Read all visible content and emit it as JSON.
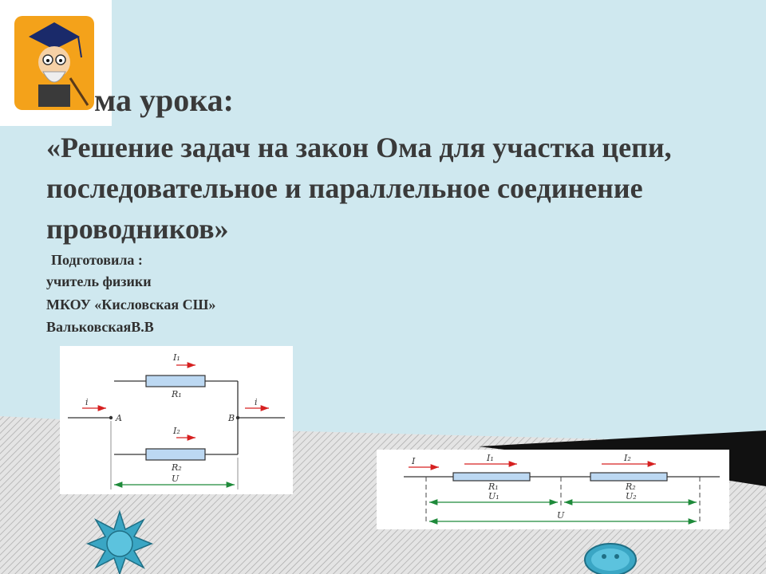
{
  "slide": {
    "title_fragment": "ма урока:",
    "subtitle": "«Решение задач на закон Ома  для участка цепи, последовательное и параллельное соединение проводников»",
    "author": {
      "prepared_by": "Подготовила :",
      "position": "учитель физики",
      "school": "МКОУ «Кисловская СШ»",
      "name": "ВальковскаяВ.В"
    }
  },
  "parallel_diagram": {
    "labels": {
      "i_in": "i",
      "i_out": "i",
      "node_a": "A",
      "node_b": "B",
      "i1": "I₁",
      "i2": "I₂",
      "r1": "R₁",
      "r2": "R₂",
      "u": "U"
    }
  },
  "series_diagram": {
    "labels": {
      "i": "I",
      "i1": "I₁",
      "i2": "I₂",
      "r1": "R₁",
      "r2": "R₂",
      "u1": "U₁",
      "u2": "U₂",
      "u": "U"
    }
  },
  "colors": {
    "background": "#cfe8ef",
    "text": "#3a3a3a",
    "resistor_fill": "#bcd8f2",
    "current_arrow": "#d62020",
    "voltage_arrow": "#1e8a3a",
    "star_decor": "#3aa6c4"
  },
  "icons": {
    "logo": "wizard-mascot-icon",
    "decor_star": "star-button-icon",
    "decor_smiley": "smiley-button-icon"
  }
}
